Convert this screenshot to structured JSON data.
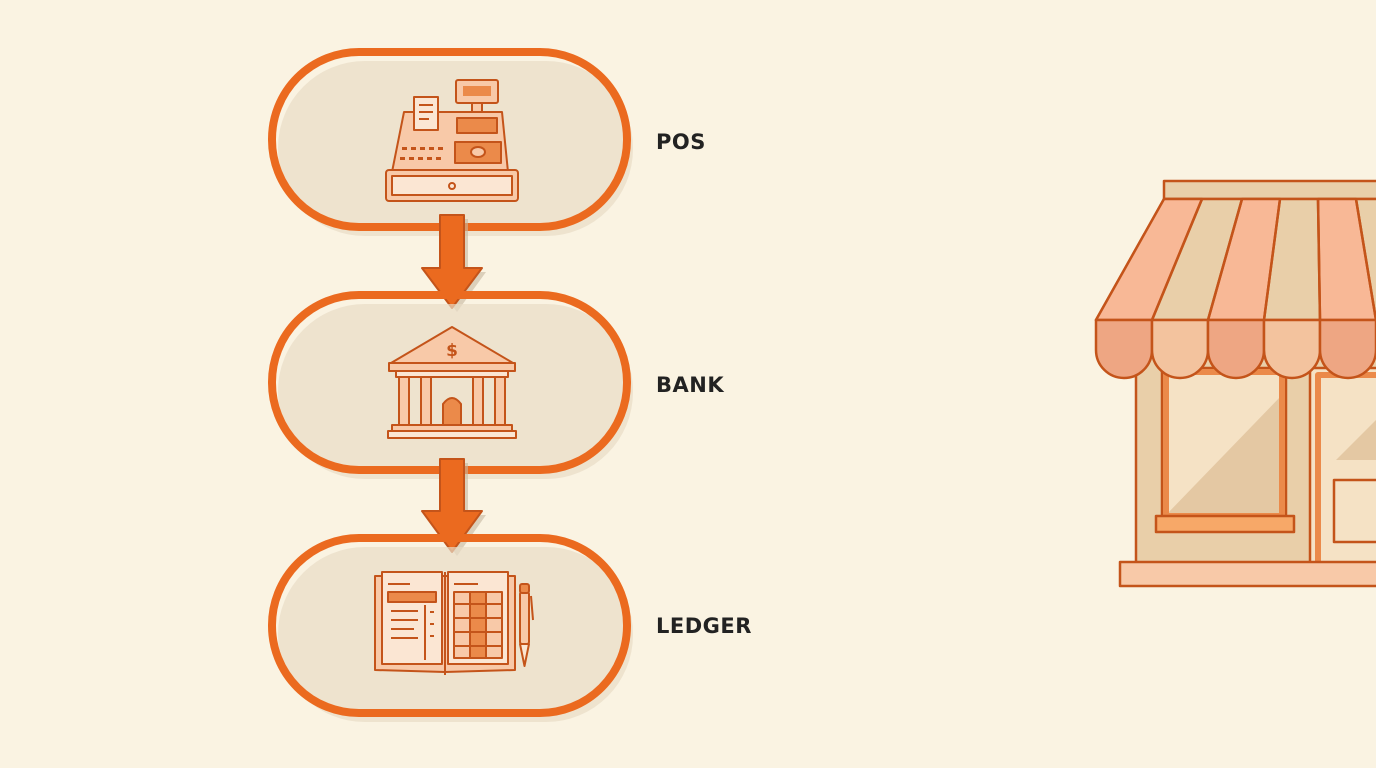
{
  "diagram": {
    "nodes": [
      {
        "id": "pos",
        "label": "POS",
        "icon": "cash-register-icon"
      },
      {
        "id": "bank",
        "label": "BANK",
        "icon": "bank-building-icon"
      },
      {
        "id": "ledger",
        "label": "LEDGER",
        "icon": "ledger-book-icon"
      }
    ],
    "edges": [
      {
        "from": "pos",
        "to": "bank"
      },
      {
        "from": "bank",
        "to": "ledger"
      }
    ],
    "decoration": {
      "icon": "storefront-icon"
    }
  },
  "colors": {
    "background": "#faf3e2",
    "accent": "#eb6a1f",
    "icon_fill": "#f8c9a8",
    "icon_light": "#fbe6d3",
    "label": "#222222"
  }
}
